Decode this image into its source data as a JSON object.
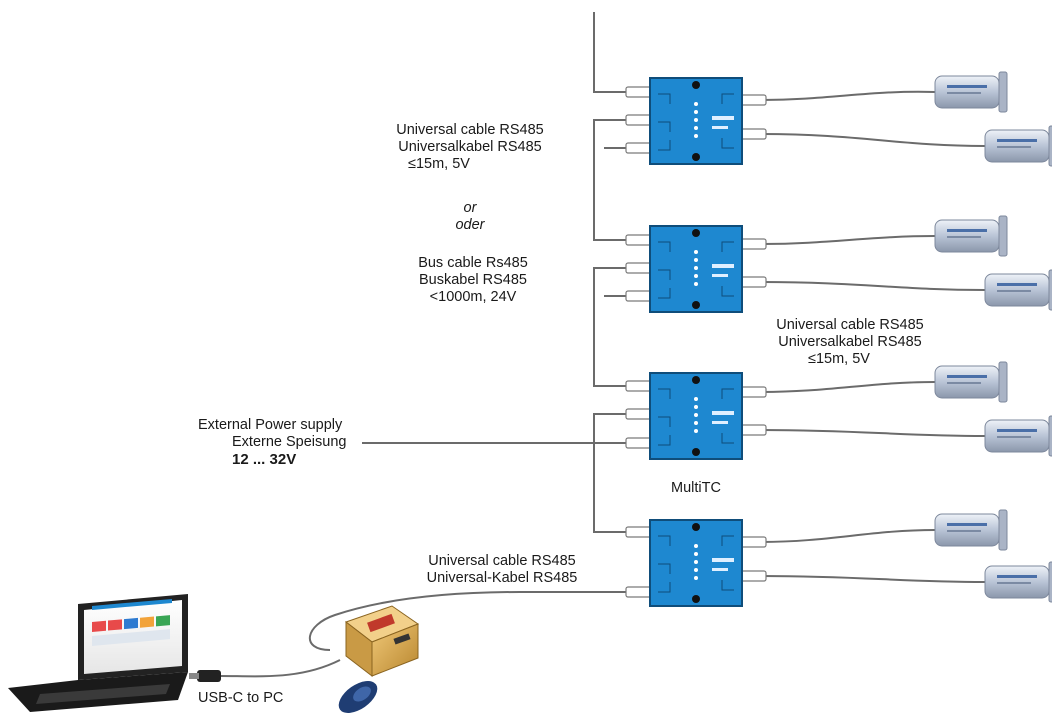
{
  "labels": {
    "universal_top": {
      "line1": "Universal cable RS485",
      "line2": "Universalkabel RS485",
      "line3": "≤15m, 5V"
    },
    "or": {
      "line1": "or",
      "line2": "oder"
    },
    "bus": {
      "line1": "Bus cable Rs485",
      "line2": "Buskabel RS485",
      "line3": "<1000m, 24V"
    },
    "universal_right": {
      "line1": "Universal cable RS485",
      "line2": "Universalkabel RS485",
      "line3": "≤15m, 5V"
    },
    "power": {
      "line1": "External Power supply",
      "line2": "Externe Speisung",
      "line3": "12 ... 32V"
    },
    "multitc": "MultiTC",
    "universal_bottom": {
      "line1": "Universal cable RS485",
      "line2": "Universal-Kabel RS485"
    },
    "usb": "USB-C to PC"
  },
  "colors": {
    "module_blue": "#1e88d0",
    "module_dark": "#0f4d7a",
    "cable": "#6b6b6b",
    "sensor_silver": "#c9d3e3",
    "interface_box": "#d8a850"
  },
  "modules": [
    {
      "name": "multitc-module"
    },
    {
      "name": "multitc-module"
    },
    {
      "name": "multitc-module"
    },
    {
      "name": "multitc-module"
    }
  ]
}
